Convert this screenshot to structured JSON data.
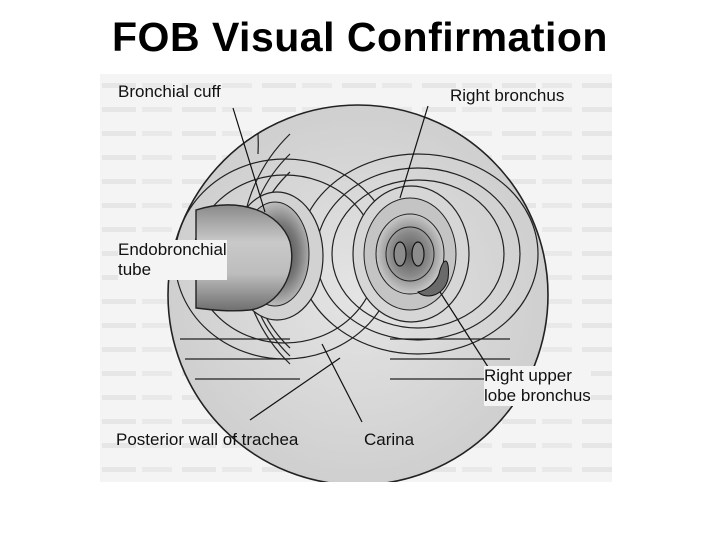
{
  "slide": {
    "title": "FOB Visual Confirmation"
  },
  "labels": {
    "bronchial_cuff": "Bronchial cuff",
    "right_bronchus": "Right bronchus",
    "endobronchial_tube_line1": "Endobronchial",
    "endobronchial_tube_line2": "tube",
    "right_upper_lobe_line1": "Right upper",
    "right_upper_lobe_line2": "lobe bronchus",
    "posterior_wall": "Posterior wall of trachea",
    "carina": "Carina"
  }
}
